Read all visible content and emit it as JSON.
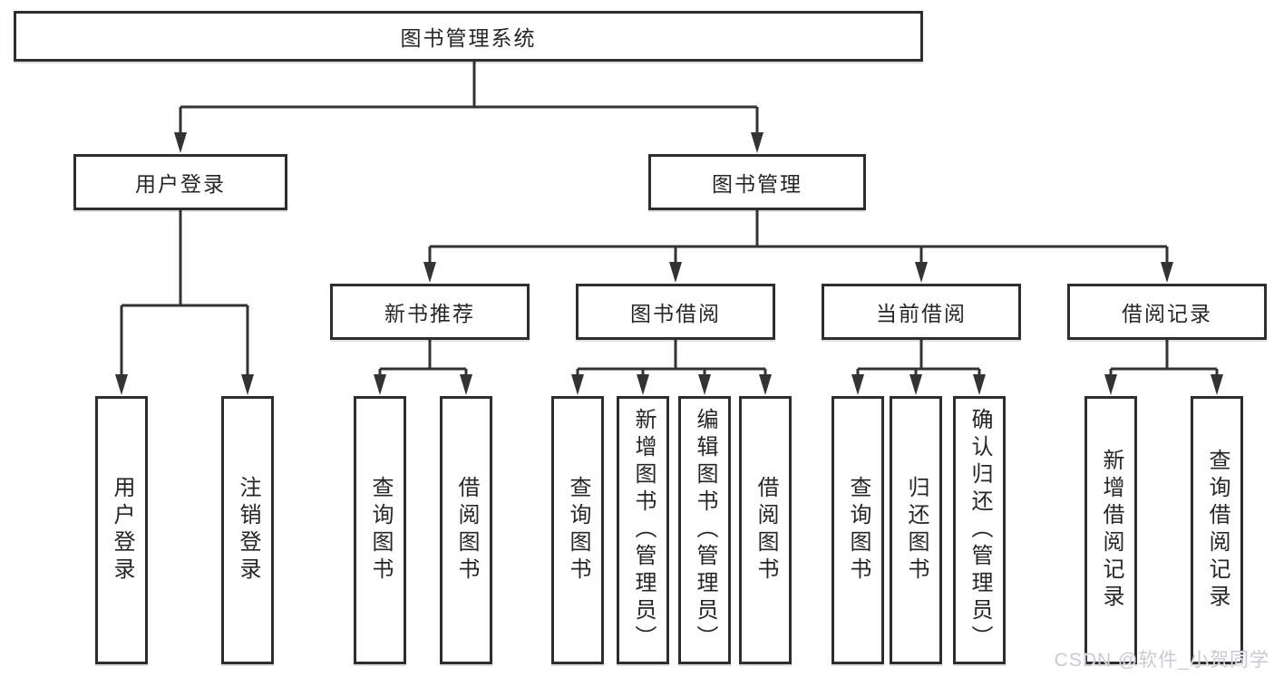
{
  "diagram": {
    "root": {
      "label": "图书管理系统"
    },
    "user_login": {
      "label": "用户登录",
      "children": [
        {
          "label": "用户登录"
        },
        {
          "label": "注销登录"
        }
      ]
    },
    "book_mgmt": {
      "label": "图书管理",
      "modules": [
        {
          "label": "新书推荐",
          "children": [
            {
              "label": "查询图书"
            },
            {
              "label": "借阅图书"
            }
          ]
        },
        {
          "label": "图书借阅",
          "children": [
            {
              "label": "查询图书"
            },
            {
              "label": "新增图书（管理员）"
            },
            {
              "label": "编辑图书（管理员）"
            },
            {
              "label": "借阅图书"
            }
          ]
        },
        {
          "label": "当前借阅",
          "children": [
            {
              "label": "查询图书"
            },
            {
              "label": "归还图书"
            },
            {
              "label": "确认归还（管理员）"
            }
          ]
        },
        {
          "label": "借阅记录",
          "children": [
            {
              "label": "新增借阅记录"
            },
            {
              "label": "查询借阅记录"
            }
          ]
        }
      ]
    }
  },
  "colors": {
    "line": "#333333",
    "box_border": "#2e2e2e",
    "background": "#ffffff",
    "watermark_text": "#c8cbd0"
  },
  "watermark": {
    "text": "CSDN @软件_小贺同学"
  }
}
